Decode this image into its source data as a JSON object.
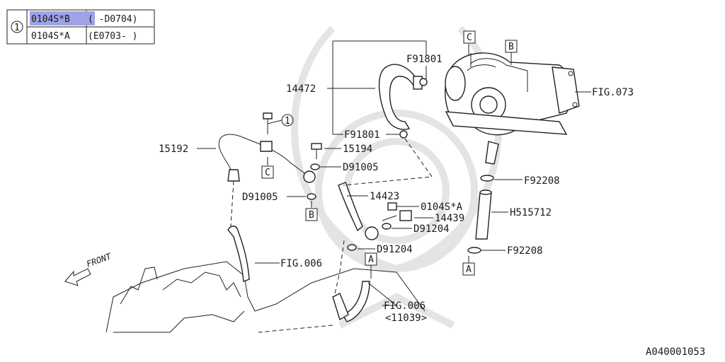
{
  "legend": {
    "marker": "1",
    "rows": [
      {
        "code": "0104S*B",
        "range": "( -D0704)",
        "highlighted": true
      },
      {
        "code": "0104S*A",
        "range": "(E0703- )",
        "highlighted": false
      }
    ],
    "highlight_color": "#9fa3e6"
  },
  "callouts": {
    "c14472": "14472",
    "cF91801_top": "F91801",
    "cF91801_mid": "F91801",
    "cFIG073": "FIG.073",
    "c15192": "15192",
    "c15194": "15194",
    "cD91005_a": "D91005",
    "cD91005_b": "D91005",
    "cF92208_a": "F92208",
    "c14423": "14423",
    "c0104SA": "0104S*A",
    "c14439": "14439",
    "cH515712": "H515712",
    "cD91204_a": "D91204",
    "cD91204_b": "D91204",
    "cF92208_b": "F92208",
    "cFIG006_a": "FIG.006",
    "cFIG006_b": "FIG.006",
    "c11039": "<11039>",
    "front": "FRONT"
  },
  "ref_boxes": {
    "C_top": "C",
    "B_top": "B",
    "C_left": "C",
    "B_left": "B",
    "A_right": "A",
    "A_mid": "A"
  },
  "diagram_id": "A040001053"
}
